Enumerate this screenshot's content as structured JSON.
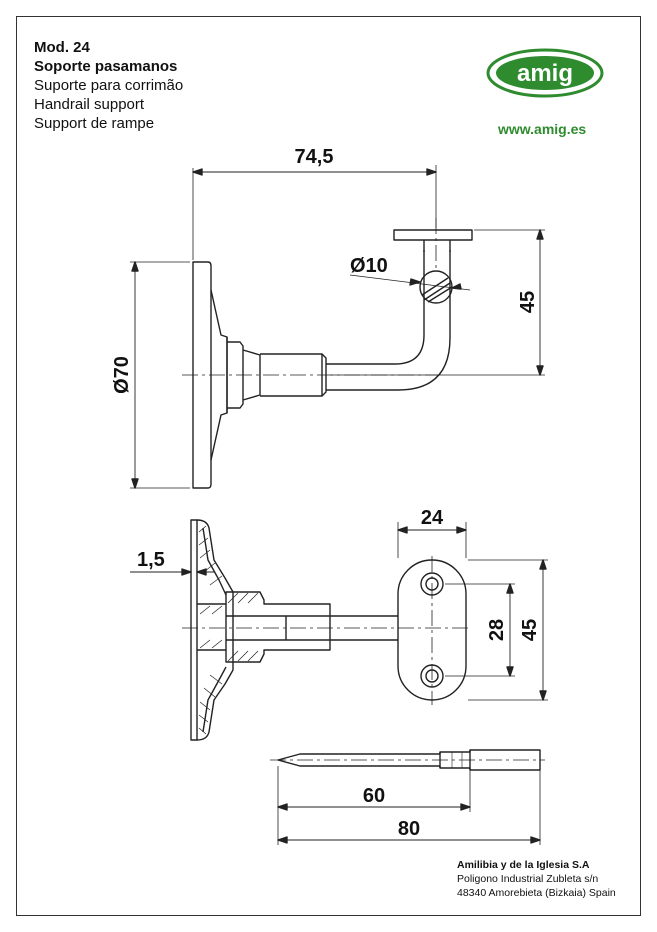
{
  "header": {
    "model": "Mod. 24",
    "title_es": "Soporte pasamanos",
    "title_pt": "Suporte para corrimão",
    "title_en": "Handrail support",
    "title_fr": "Support de rampe"
  },
  "logo": {
    "text": "amig",
    "color": "#2e8b2e"
  },
  "website": "www.amig.es",
  "company": {
    "name": "Amilibia y de la Iglesia S.A",
    "address1": "Poligono Industrial Zubleta s/n",
    "address2": "48340 Amorebieta (Bizkaia) Spain"
  },
  "dimensions": {
    "d_74_5": "74,5",
    "d_phi10": "Ø10",
    "d_45_top": "45",
    "d_phi70": "Ø70",
    "d_24": "24",
    "d_1_5": "1,5",
    "d_28": "28",
    "d_45_bottom": "45",
    "d_60": "60",
    "d_80": "80"
  }
}
